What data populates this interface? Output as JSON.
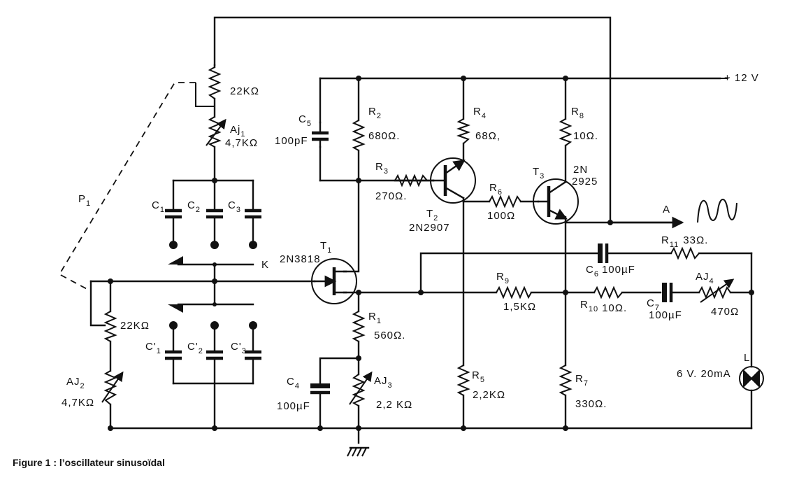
{
  "supply": "+ 12 V",
  "output": "A",
  "caption": "Figure 1 : l’oscillateur sinusoïdal",
  "switch_label": "K",
  "pot_label": "P",
  "pot_sub": "1",
  "res": {
    "r_top_pot": "22KΩ",
    "aj1": "Aj",
    "aj1_sub": "1",
    "aj1_val": "4,7KΩ",
    "r2": "R",
    "r2_sub": "2",
    "r2_val": "680Ω.",
    "r3": "R",
    "r3_sub": "3",
    "r3_val": "270Ω.",
    "r4": "R",
    "r4_sub": "4",
    "r4_val": "68Ω,",
    "r6": "R",
    "r6_sub": "6",
    "r6_val": "100Ω",
    "r8": "R",
    "r8_sub": "8",
    "r8_val": "10Ω.",
    "r_bot_pot": "22KΩ",
    "aj2": "AJ",
    "aj2_sub": "2",
    "aj2_val": "4,7KΩ",
    "r1": "R",
    "r1_sub": "1",
    "r1_val": "560Ω.",
    "aj3": "AJ",
    "aj3_sub": "3",
    "aj3_val": "2,2 KΩ",
    "r5": "R",
    "r5_sub": "5",
    "r5_val": "2,2KΩ",
    "r7": "R",
    "r7_sub": "7",
    "r7_val": "330Ω.",
    "r9": "R",
    "r9_sub": "9",
    "r9_val": "1,5KΩ",
    "r10": "R",
    "r10_sub": "10",
    "r10_val": "10Ω.",
    "r11": "R",
    "r11_sub": "11",
    "r11_val": "33Ω.",
    "aj4": "AJ",
    "aj4_sub": "4",
    "aj4_val": "470Ω"
  },
  "caps": {
    "c5": "C",
    "c5_sub": "5",
    "c5_val": "100pF",
    "c1": "C",
    "c1_sub": "1",
    "c2": "C",
    "c2_sub": "2",
    "c3": "C",
    "c3_sub": "3",
    "c1p": "C'",
    "c1p_sub": "1",
    "c2p": "C'",
    "c2p_sub": "2",
    "c3p": "C'",
    "c3p_sub": "3",
    "c4": "C",
    "c4_sub": "4",
    "c4_val": "100µF",
    "c6": "C",
    "c6_sub": "6",
    "c6_val": "100µF",
    "c7": "C",
    "c7_sub": "7",
    "c7_val": "100µF"
  },
  "trans": {
    "t1": "T",
    "t1_sub": "1",
    "t1_part": "2N3818",
    "t2": "T",
    "t2_sub": "2",
    "t2_part": "2N2907",
    "t3": "T",
    "t3_sub": "3",
    "t3_part1": "2N",
    "t3_part2": "2925"
  },
  "lamp": {
    "name": "L",
    "val": "6 V. 20mA"
  }
}
